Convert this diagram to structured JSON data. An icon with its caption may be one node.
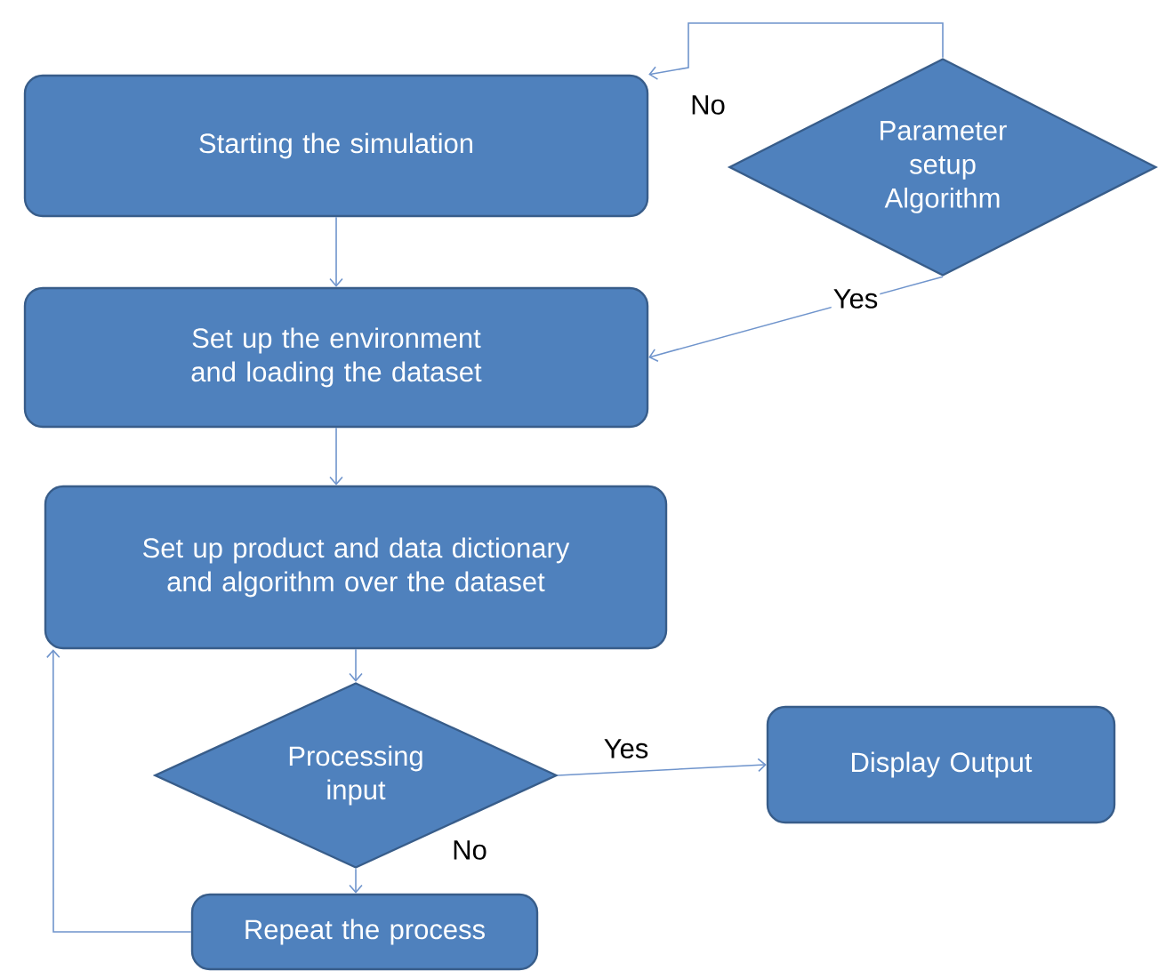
{
  "diagram": {
    "nodes": [
      {
        "text": [
          "Starting the simulation"
        ]
      },
      {
        "text": [
          "Parameter setup Algorithm"
        ]
      },
      {
        "text": [
          "Set up the environment and loading the dataset"
        ]
      },
      {
        "text": [
          "Set up product and data dictionary and algorithm over the dataset"
        ]
      },
      {
        "text": [
          "Processing input"
        ]
      },
      {
        "text": [
          "Display Output"
        ]
      },
      {
        "text": [
          "Repeat the process"
        ]
      }
    ],
    "edges": [
      {
        "from": 1,
        "to": 0,
        "arrow": "to",
        "label": "No"
      },
      {
        "from": 0,
        "to": 2,
        "arrow": "to"
      },
      {
        "from": 1,
        "to": 2,
        "arrow": "to",
        "label": "Yes"
      },
      {
        "from": 2,
        "to": 3,
        "arrow": "to"
      },
      {
        "from": 3,
        "to": 4,
        "arrow": "to"
      },
      {
        "from": 4,
        "to": 5,
        "arrow": "to",
        "label": "Yes"
      },
      {
        "from": 4,
        "to": 6,
        "arrow": "to",
        "label": "No"
      },
      {
        "from": 6,
        "to": 3,
        "arrow": "to"
      }
    ]
  }
}
